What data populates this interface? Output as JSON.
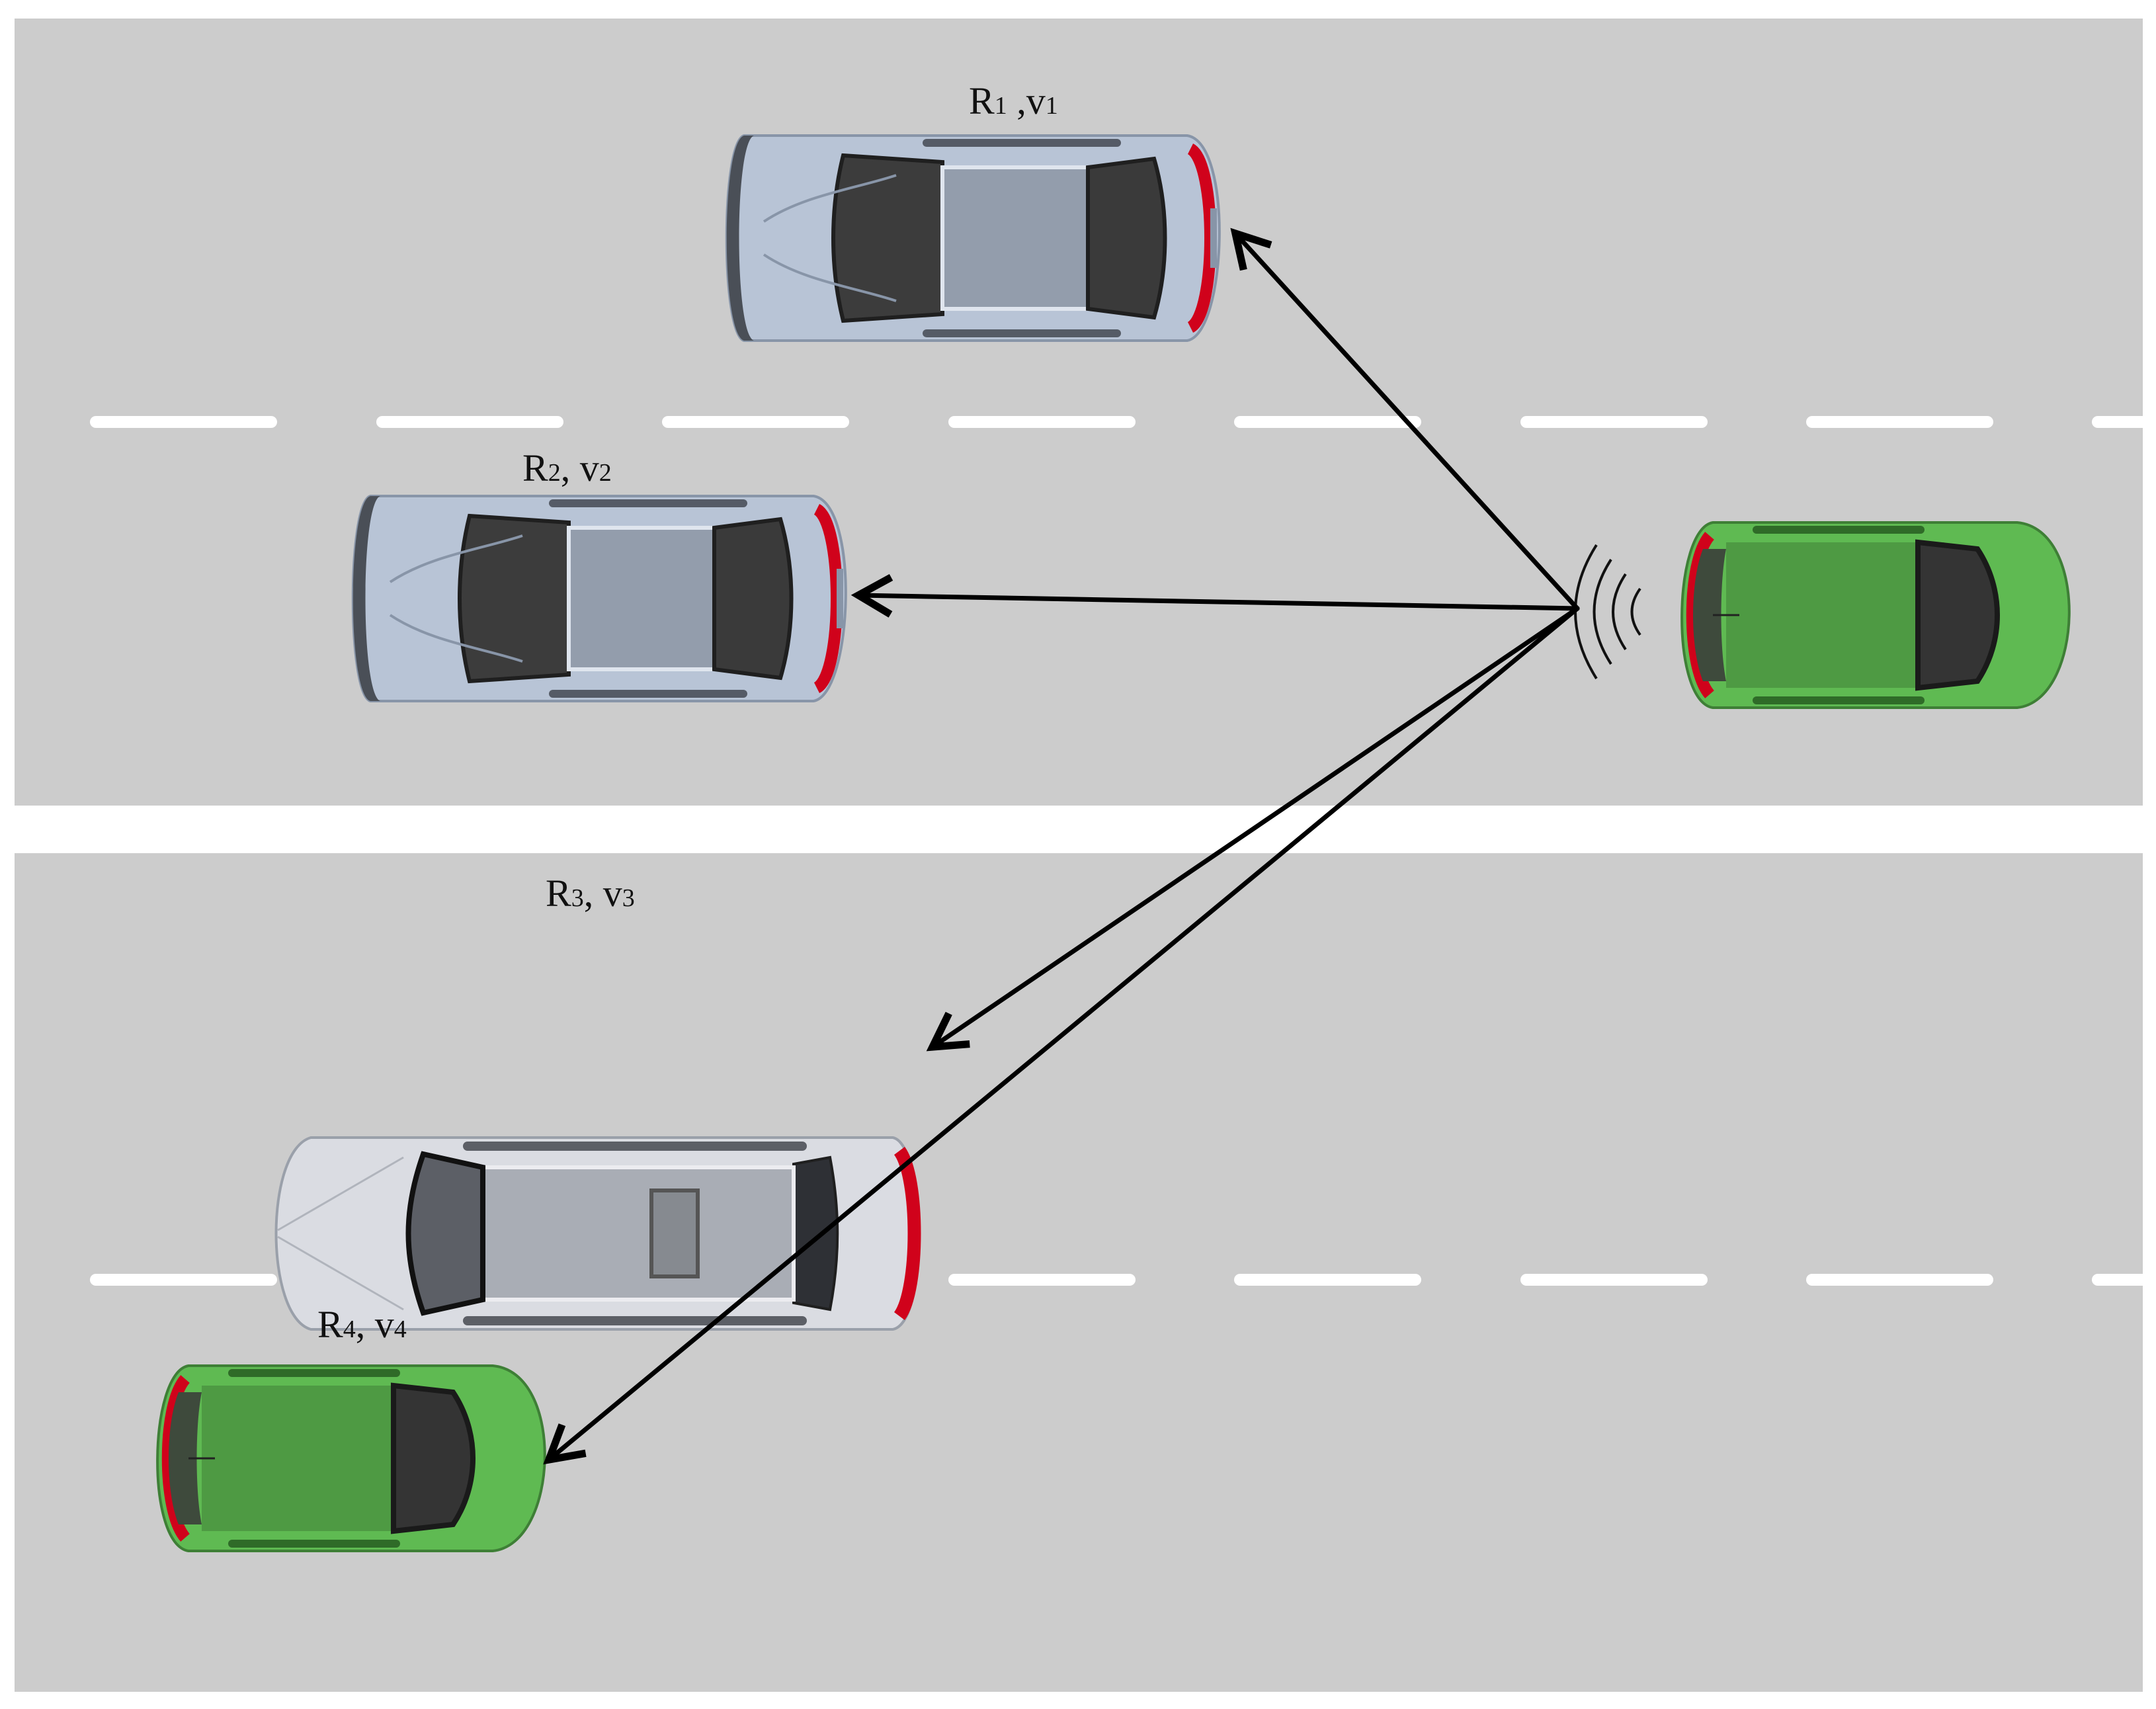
{
  "colors": {
    "road": "#cccccc",
    "lane_marking": "#ffffff",
    "arrow": "#000000",
    "green_car": "#5fba52",
    "green_car_roof": "#4e9a43",
    "silver_car": "#b8c4d6",
    "white_car": "#dadce2",
    "tail_light": "#d0021b"
  },
  "targets": [
    {
      "R": "R",
      "R_sub": "1",
      "sep": " ,",
      "v": "v",
      "v_sub": "1",
      "car": "silver-sedan"
    },
    {
      "R": "R",
      "R_sub": "2",
      "sep": ", ",
      "v": "v",
      "v_sub": "2",
      "car": "silver-sedan"
    },
    {
      "R": "R",
      "R_sub": "3",
      "sep": ", ",
      "v": "v",
      "v_sub": "3",
      "car": "white-limousine"
    },
    {
      "R": "R",
      "R_sub": "4",
      "sep": ", ",
      "v": "v",
      "v_sub": "4",
      "car": "green-hatchback"
    }
  ],
  "radar_vehicle": {
    "car": "green-hatchback",
    "icon": "radar-signal-icon"
  }
}
